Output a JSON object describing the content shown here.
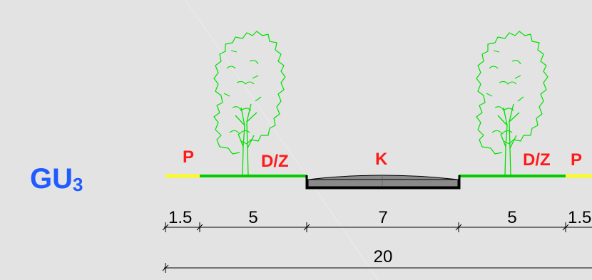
{
  "title": {
    "main": "GU",
    "sub": "3"
  },
  "zones": [
    {
      "code": "P"
    },
    {
      "code": "D/Z"
    },
    {
      "code": "K"
    },
    {
      "code": "D/Z"
    },
    {
      "code": "P"
    }
  ],
  "widths": [
    "1.5",
    "5",
    "7",
    "5",
    "1.5"
  ],
  "total_width": "20",
  "colors": {
    "background": "#e3e3e3",
    "title": "#1f5bff",
    "zone_label": "#ff1a1a",
    "pedestrian_line": "#ffff00",
    "green_line": "#00cc00",
    "tree": "#00e000",
    "road_fill": "#8a8a8a",
    "dimension_line": "#000000"
  },
  "icons": {
    "tree": "tree-icon",
    "carriageway": "road-section-icon"
  }
}
